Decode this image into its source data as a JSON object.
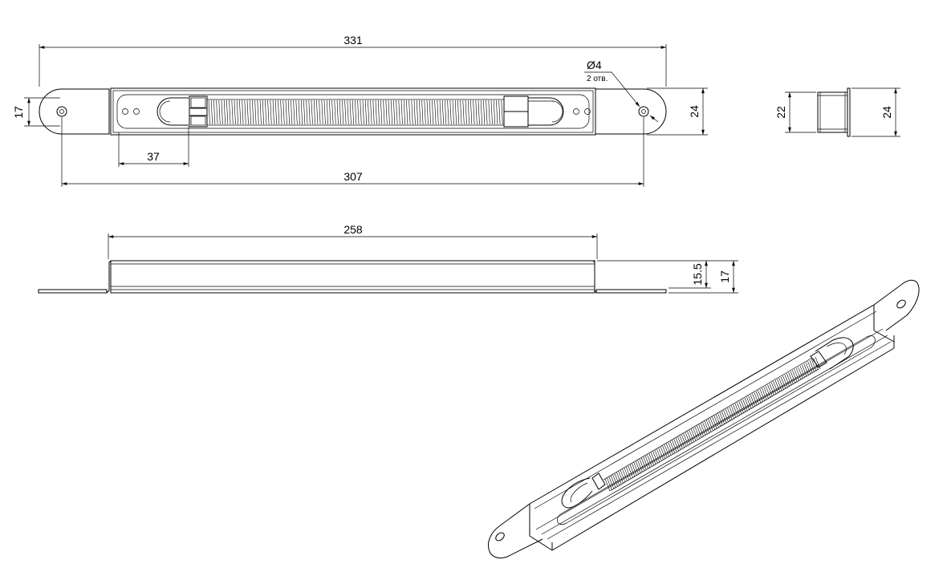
{
  "dimensions": {
    "overall_length": "331",
    "hole_spacing": "307",
    "end_height": "17",
    "body_height": "24",
    "slider_offset": "37",
    "hole_diameter": "Ø4",
    "hole_note": "2 отв.",
    "side_height_inner": "22",
    "side_height_outer": "24",
    "channel_length": "258",
    "channel_height_inner": "15.5",
    "channel_height_outer": "17"
  }
}
